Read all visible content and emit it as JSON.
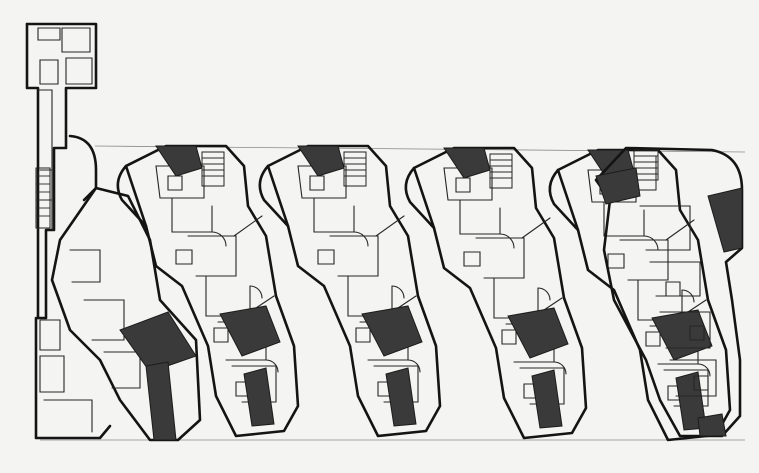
{
  "drawing": {
    "kind": "architectural floor plan",
    "style": "black and white line drawing",
    "colors": {
      "paper": "#f4f4f2",
      "ink": "#141414",
      "poche": "#3a3a3a"
    },
    "units": [
      {
        "id": "end-tower"
      },
      {
        "id": "block-1"
      },
      {
        "id": "block-2"
      },
      {
        "id": "block-3"
      },
      {
        "id": "block-4"
      },
      {
        "id": "block-5"
      }
    ]
  }
}
